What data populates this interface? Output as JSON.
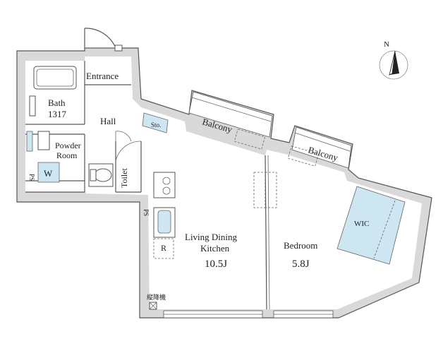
{
  "rooms": {
    "entrance": "Entrance",
    "hall": "Hall",
    "bath": "Bath",
    "bath_size": "1317",
    "powder": "Powder",
    "powder2": "Room",
    "toilet": "Toilet",
    "storage": "Sto.",
    "balcony": "Balcony",
    "living_line1": "Living Dining",
    "living_line2": "Kitchen",
    "living_size": "10.5J",
    "bedroom": "Bedroom",
    "bedroom_size": "5.8J",
    "wic": "WIC",
    "ps": "PS",
    "w": "W",
    "r": "R",
    "evac": "縦降機"
  },
  "compass": {
    "label": "N"
  },
  "colors": {
    "wall": "#d9d9d9",
    "wet_area": "#cde6f2",
    "line": "#555555"
  }
}
